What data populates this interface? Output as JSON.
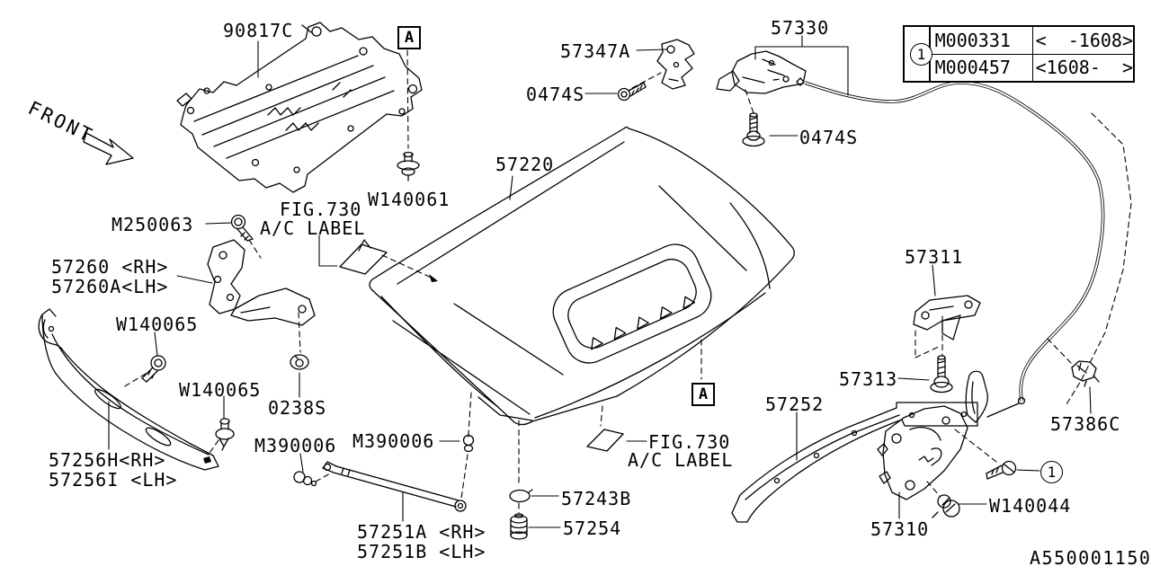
{
  "diagram": {
    "title_code": "A550001150",
    "front_indicator": "FRONT",
    "view_marker": "A",
    "callout": "1",
    "fig_ref": {
      "line1": "FIG.730",
      "line2": "A/C LABEL"
    },
    "revision_table": {
      "marker": "1",
      "rows": [
        {
          "code": "M000331",
          "range": "<  -1608>"
        },
        {
          "code": "M000457",
          "range": "<1608-  >"
        }
      ]
    },
    "part_labels": {
      "under_cover": "90817C",
      "hood_panel": "57220",
      "stay_bracket": "57347A",
      "screw": "0474S",
      "opener_cable": "57330",
      "clip_w140061": "W140061",
      "hinge_bolt": "M250063",
      "hinge_rh": "57260 <RH>",
      "hinge_lh": "57260A<LH>",
      "bolt_w140065": "W140065",
      "grommet": "0238S",
      "brace_rh": "57256H<RH>",
      "brace_lh": "57256I <LH>",
      "ball_stud": "M390006",
      "stay_rod_rh": "57251A <RH>",
      "stay_rod_lh": "57251B <LH>",
      "snap_ring": "57243B",
      "buffer": "57254",
      "stay_bar": "57252",
      "striker_bracket": "57311",
      "striker_bolt": "57313",
      "cable_clamp": "57386C",
      "lock_assembly": "57310",
      "clip_w140044": "W140044"
    }
  }
}
